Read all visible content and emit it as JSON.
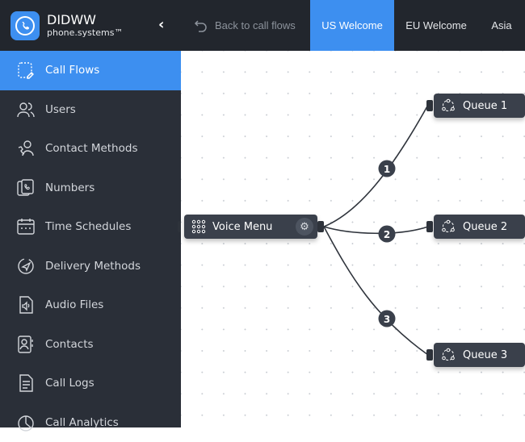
{
  "brand": {
    "name": "DIDWW",
    "subtitle": "phone.systems™"
  },
  "sidebar": {
    "items": [
      {
        "label": "Call Flows",
        "icon": "call-flows-icon",
        "active": true
      },
      {
        "label": "Users",
        "icon": "users-icon"
      },
      {
        "label": "Contact Methods",
        "icon": "contact-methods-icon"
      },
      {
        "label": "Numbers",
        "icon": "numbers-icon"
      },
      {
        "label": "Time Schedules",
        "icon": "calendar-icon"
      },
      {
        "label": "Delivery Methods",
        "icon": "delivery-icon"
      },
      {
        "label": "Audio Files",
        "icon": "audio-file-icon"
      },
      {
        "label": "Contacts",
        "icon": "contacts-icon"
      },
      {
        "label": "Call Logs",
        "icon": "call-logs-icon"
      },
      {
        "label": "Call Analytics",
        "icon": "analytics-icon"
      }
    ]
  },
  "topbar": {
    "back": "Back to call flows",
    "tabs": [
      "US Welcome",
      "EU Welcome",
      "Asia"
    ],
    "active_tab": "US Welcome"
  },
  "flow": {
    "voice_menu": "Voice Menu",
    "queues": [
      "Queue 1",
      "Queue 2",
      "Queue 3"
    ],
    "options": [
      "1",
      "2",
      "3"
    ]
  },
  "colors": {
    "accent": "#3d8ff0",
    "sidebar": "#2a2f38",
    "node": "#3a404b"
  }
}
